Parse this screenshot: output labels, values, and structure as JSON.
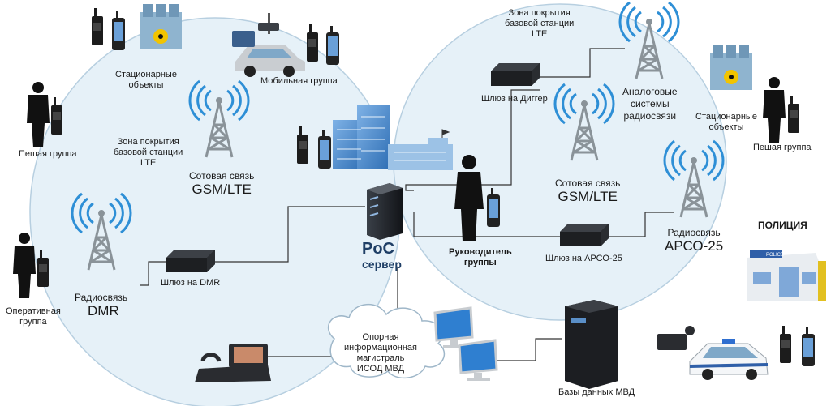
{
  "zones": {
    "left": {
      "coverage_label": [
        "Зона покрытия",
        "базовой станции",
        "LTE"
      ],
      "cell_tower": {
        "label": "Сотовая связь",
        "standard": "GSM/LTE"
      },
      "dmr_radio": {
        "label": "Радиосвязь",
        "standard": "DMR"
      },
      "dmr_gateway": "Шлюз на DMR"
    },
    "right": {
      "coverage_label": [
        "Зона покрытия",
        "базовой станции",
        "LTE"
      ],
      "cell_tower": {
        "label": "Сотовая связь",
        "standard": "GSM/LTE"
      },
      "analog_systems": [
        "Аналоговые",
        "системы",
        "радиосвязи"
      ],
      "digger_gateway": "Шлюз на Диггер",
      "apco_gateway": "Шлюз на АРСО-25",
      "apco_radio": {
        "label": "Радиосвязь",
        "standard": "АРСО-25"
      }
    }
  },
  "groups": {
    "stationary_left": [
      "Стационарные",
      "объекты"
    ],
    "mobile": "Мобильная группа",
    "foot_left": "Пешая группа",
    "operative": [
      "Оперативная",
      "группа"
    ],
    "stationary_right": [
      "Стационарные",
      "объекты"
    ],
    "foot_right": "Пешая группа",
    "leader": [
      "Руководитель",
      "группы"
    ]
  },
  "server": {
    "title": "PoC",
    "subtitle": "сервер"
  },
  "backbone": [
    "Опорная",
    "информационная",
    "магистраль",
    "ИСОД МВД"
  ],
  "databases": "Базы данных МВД",
  "police": {
    "label": "ПОЛИЦИЯ",
    "sign": "POLICE"
  },
  "colors": {
    "zone_fill": "#e6f1f8",
    "zone_stroke": "#b7cfe0",
    "tower_gray": "#8a9399",
    "wave_blue": "#2e8fd6",
    "building_blue": "#4f8fd0",
    "line": "#333333"
  }
}
